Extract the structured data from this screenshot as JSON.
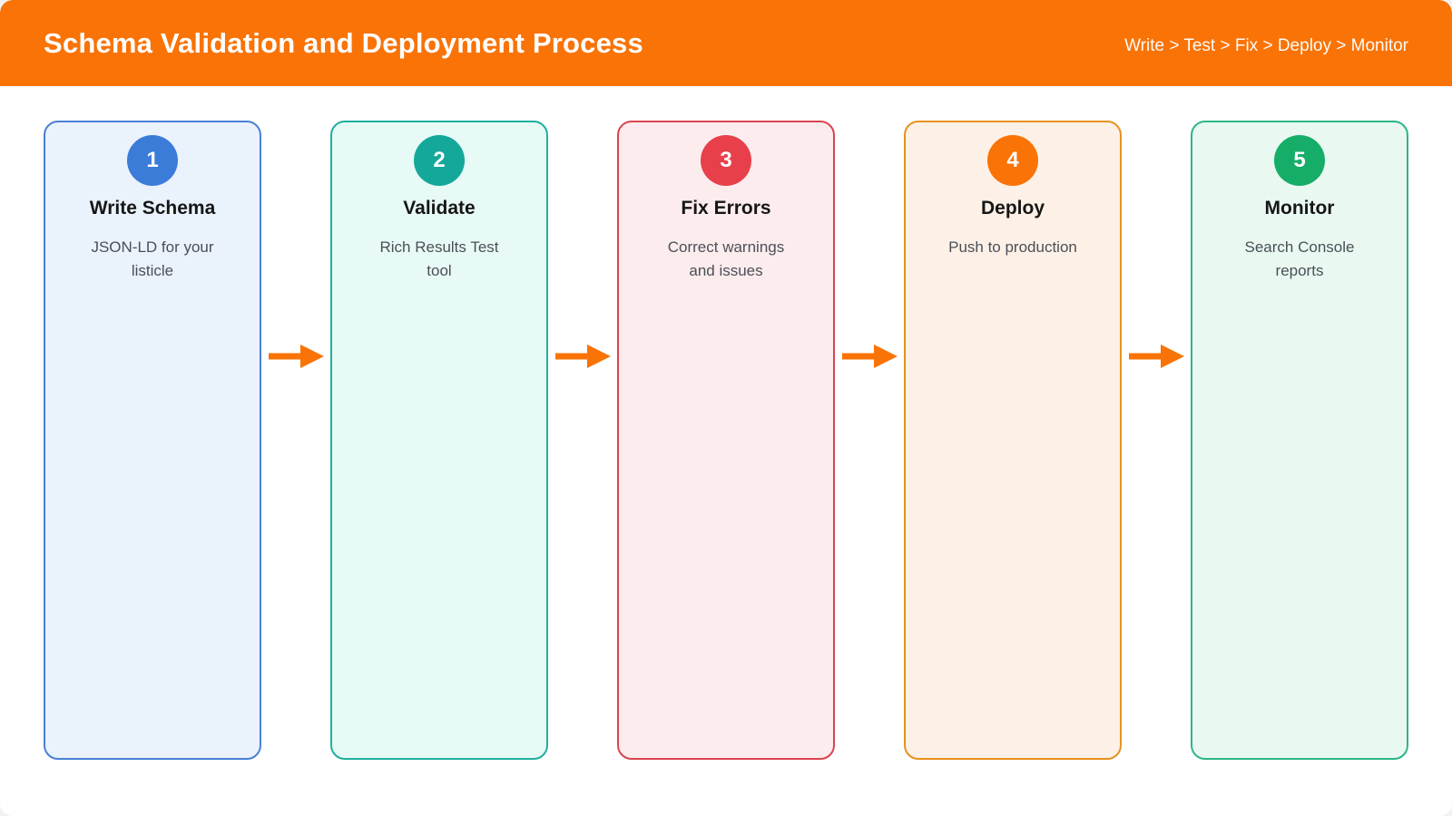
{
  "header": {
    "title": "Schema Validation and Deployment Process",
    "breadcrumb": "Write > Test > Fix > Deploy > Monitor",
    "background": "#F97306",
    "text_color": "#FFFFFF"
  },
  "steps": [
    {
      "number": "1",
      "title": "Write Schema",
      "description": "JSON-LD for your listicle",
      "circle_color": "#3B7CD9",
      "border_color": "#4A80D4",
      "background": "#EAF2FC"
    },
    {
      "number": "2",
      "title": "Validate",
      "description": "Rich Results Test tool",
      "circle_color": "#14A89A",
      "border_color": "#1FAF9F",
      "background": "#E7FAF6"
    },
    {
      "number": "3",
      "title": "Fix Errors",
      "description": "Correct warnings and issues",
      "circle_color": "#E8404B",
      "border_color": "#D9444F",
      "background": "#FCECED"
    },
    {
      "number": "4",
      "title": "Deploy",
      "description": "Push to production",
      "circle_color": "#F97306",
      "border_color": "#E6921F",
      "background": "#FDF1E7"
    },
    {
      "number": "5",
      "title": "Monitor",
      "description": "Search Console reports",
      "circle_color": "#16AD68",
      "border_color": "#2DB588",
      "background": "#E9F9F1"
    }
  ],
  "arrow": {
    "color": "#F97306",
    "direction": "right",
    "count": 4
  }
}
